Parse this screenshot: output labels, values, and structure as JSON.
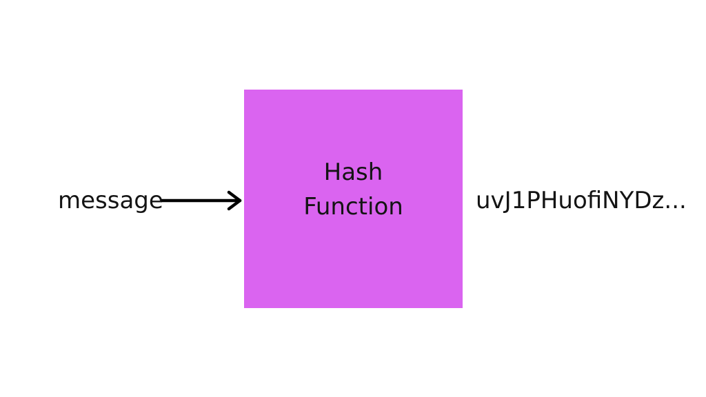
{
  "diagram": {
    "input": "message",
    "function_line1": "Hash",
    "function_line2": "Function",
    "output": "uvJ1PHuofiNYDz..."
  },
  "colors": {
    "box": "#da64f0",
    "text": "#141414",
    "arrow": "#000000",
    "background": "#ffffff"
  },
  "icons": {
    "arrow": "right-arrow-icon"
  }
}
